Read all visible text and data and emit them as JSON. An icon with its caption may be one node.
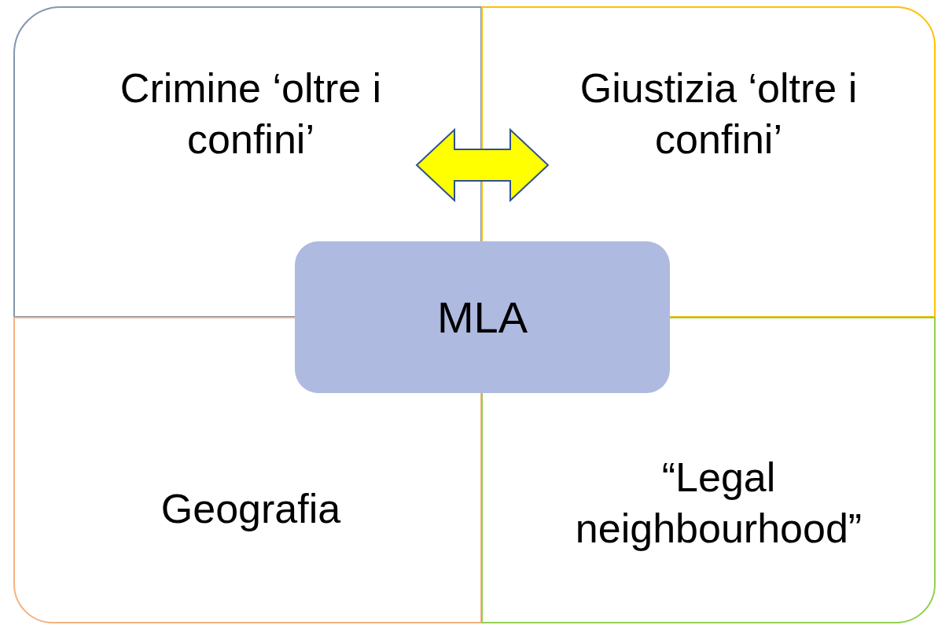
{
  "diagram": {
    "nodes": [
      {
        "text": [
          "Crimine ‘oltre i confini’"
        ]
      },
      {
        "text": [
          "Giustizia ‘oltre i confini’"
        ]
      },
      {
        "text": [
          "Geografia"
        ]
      },
      {
        "text": [
          "“Legal neighbourhood”"
        ]
      },
      {
        "text": [
          "MLA"
        ]
      }
    ],
    "edges": [
      {
        "from": 0,
        "to": 1,
        "arrow": "both",
        "style": "thick",
        "color": "#ffff00"
      }
    ]
  }
}
